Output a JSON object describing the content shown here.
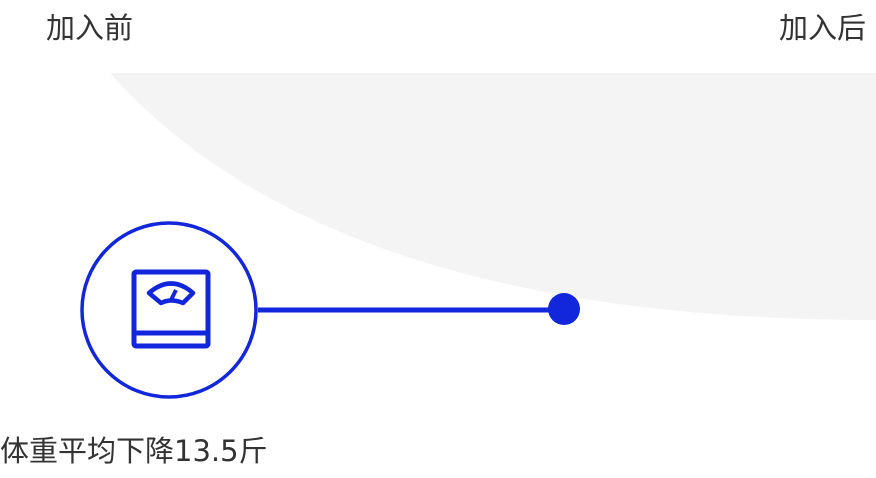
{
  "header": {
    "before_label": "加入前",
    "after_label": "加入后"
  },
  "metric": {
    "summary": "体重平均下降13.5斤",
    "icon": "weight-scale-icon"
  },
  "colors": {
    "accent": "#1226dc",
    "area": "#f4f4f4",
    "text": "#333333"
  }
}
